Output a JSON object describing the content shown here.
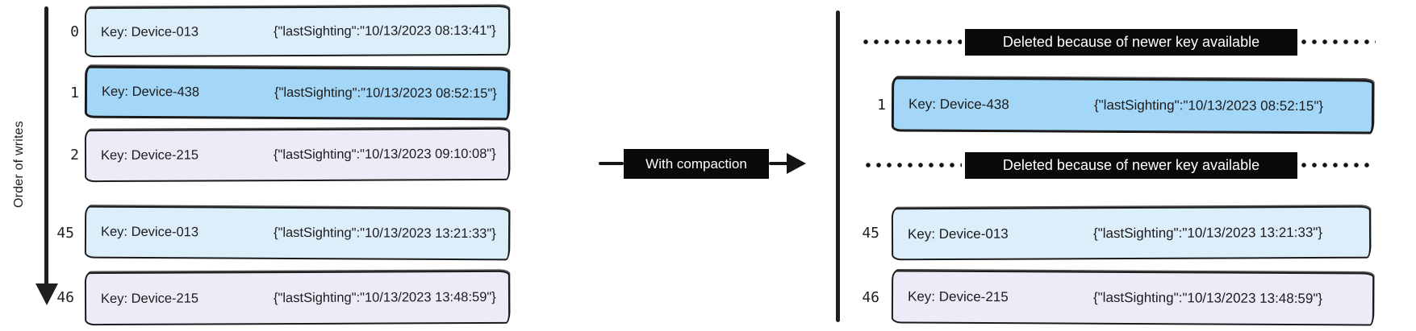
{
  "diagram": {
    "axis_label": "Order of writes",
    "transform_label": "With compaction",
    "deleted_label": "Deleted because of newer key available"
  },
  "colors": {
    "light_blue": "#ddeefb",
    "medium_blue": "#a3d6f7",
    "lavender": "#eeebf9"
  },
  "before_log": {
    "rows": [
      {
        "index": "0",
        "key": "Key: Device-013",
        "value": "{\"lastSighting\":\"10/13/2023 08:13:41\"}"
      },
      {
        "index": "1",
        "key": "Key: Device-438",
        "value": "{\"lastSighting\":\"10/13/2023 08:52:15\"}"
      },
      {
        "index": "2",
        "key": "Key: Device-215",
        "value": "{\"lastSighting\":\"10/13/2023 09:10:08\"}"
      },
      {
        "index": "45",
        "key": "Key: Device-013",
        "value": "{\"lastSighting\":\"10/13/2023 13:21:33\"}"
      },
      {
        "index": "46",
        "key": "Key: Device-215",
        "value": "{\"lastSighting\":\"10/13/2023 13:48:59\"}"
      }
    ]
  },
  "after_log": {
    "rows": [
      {
        "index": "1",
        "key": "Key: Device-438",
        "value": "{\"lastSighting\":\"10/13/2023 08:52:15\"}"
      },
      {
        "index": "45",
        "key": "Key: Device-013",
        "value": "{\"lastSighting\":\"10/13/2023 13:21:33\"}"
      },
      {
        "index": "46",
        "key": "Key: Device-215",
        "value": "{\"lastSighting\":\"10/13/2023 13:48:59\"}"
      }
    ]
  }
}
